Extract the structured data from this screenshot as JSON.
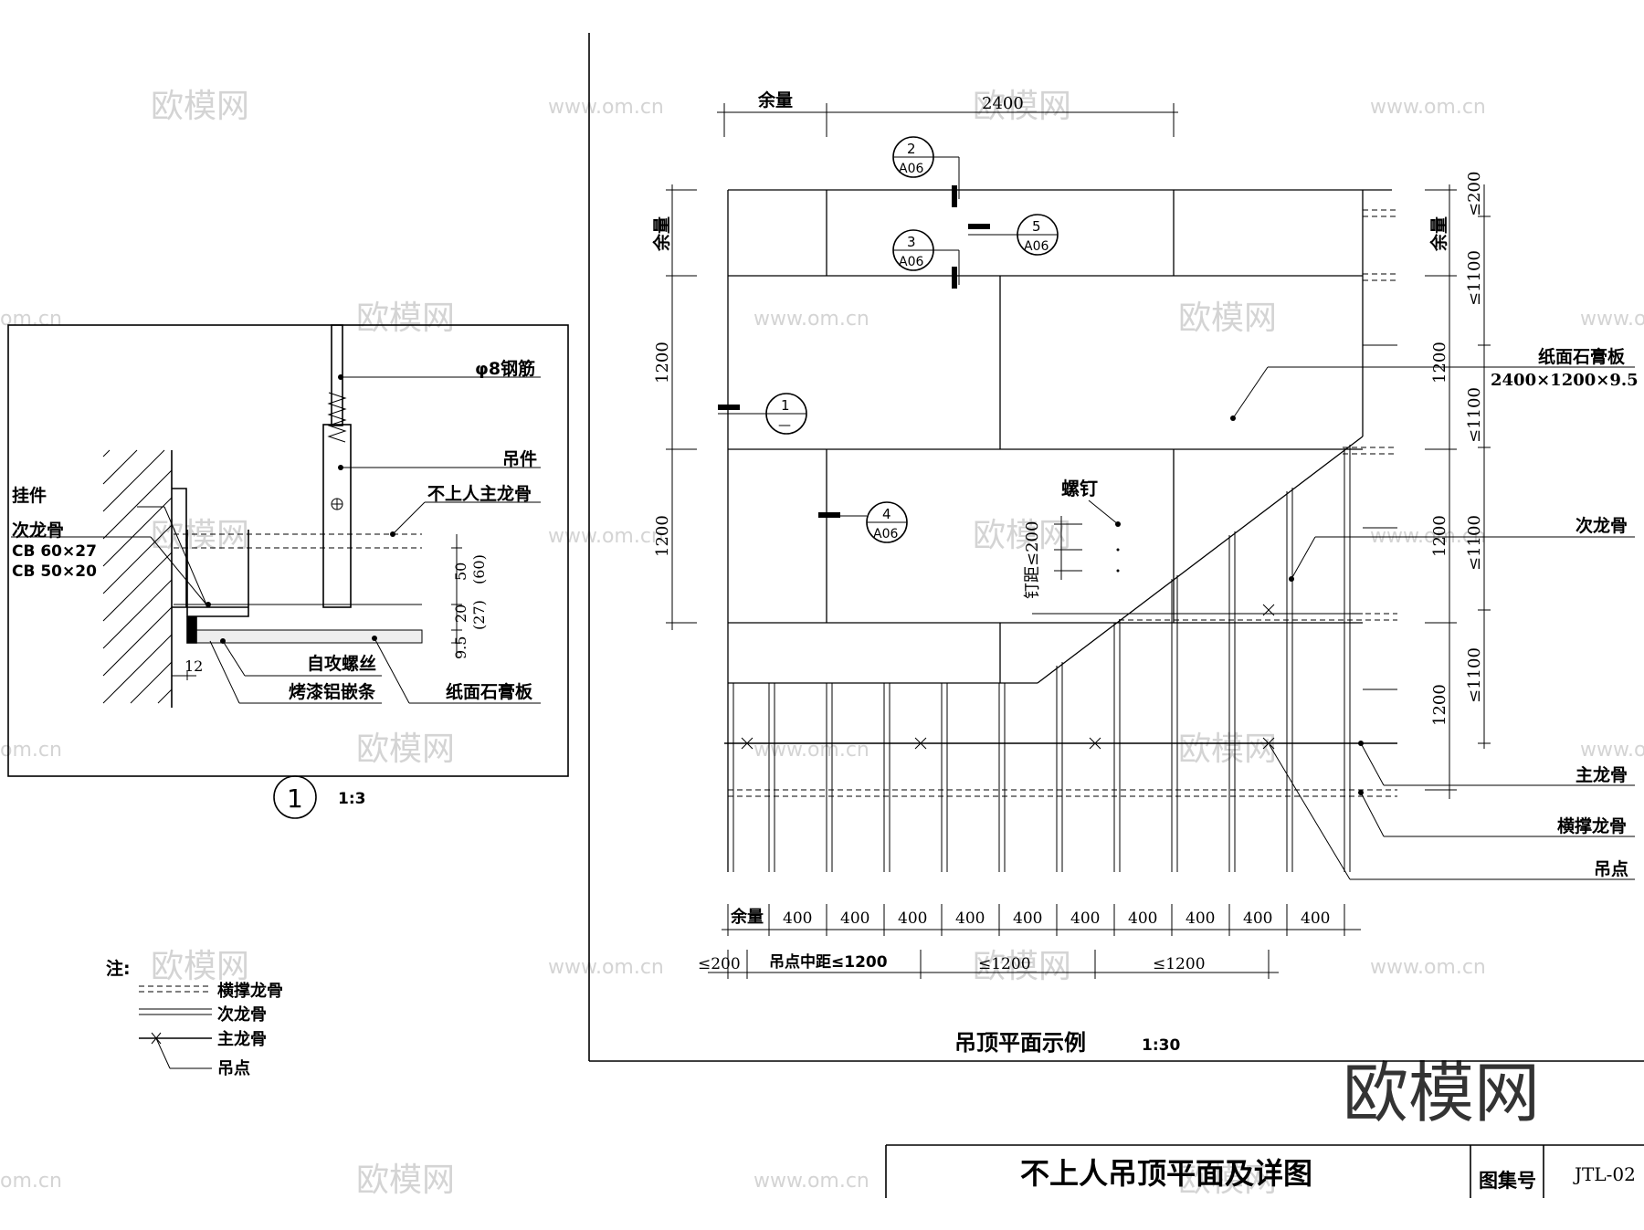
{
  "title_block": {
    "title": "不上人吊顶平面及详图",
    "atlas_label": "图集号",
    "atlas_number": "JTL-02"
  },
  "detail": {
    "labels": {
      "rebar": "φ8钢筋",
      "hanger": "吊件",
      "main_keel": "不上人主龙骨",
      "pendant": "挂件",
      "sub_keel": "次龙骨",
      "spec1": "CB 60×27",
      "spec2": "CB 50×20",
      "screw": "自攻螺丝",
      "trim": "烤漆铝嵌条",
      "board": "纸面石膏板"
    },
    "dims": {
      "d50": "50",
      "d60": "(60)",
      "d20": "20",
      "d27": "(27)",
      "d95": "9.5",
      "d12": "12"
    },
    "caption_number": "1",
    "scale": "1:3"
  },
  "legend": {
    "title": "注:",
    "items": [
      "横撑龙骨",
      "次龙骨",
      "主龙骨",
      "吊点"
    ]
  },
  "plan": {
    "top_dims": [
      "余量",
      "2400"
    ],
    "left_dims": [
      "余量",
      "1200",
      "1200"
    ],
    "right_dims": [
      "≤200",
      "余量",
      "≤1100",
      "1200",
      "≤1100",
      "1200",
      "≤1100",
      "≤1100",
      "1200"
    ],
    "bottom_dims1": [
      "余量",
      "400",
      "400",
      "400",
      "400",
      "400",
      "400",
      "400",
      "400",
      "400",
      "400"
    ],
    "bottom_dims2": [
      "≤200",
      "吊点中距≤1200",
      "≤1200",
      "≤1200"
    ],
    "labels": {
      "board": "纸面石膏板",
      "board_spec": "2400×1200×9.5",
      "sub_keel": "次龙骨",
      "main_keel": "主龙骨",
      "cross_keel": "横撑龙骨",
      "hang_point": "吊点",
      "screw": "螺钉",
      "screw_spacing": "钉距≤200"
    },
    "callouts": [
      {
        "num": "2",
        "ref": "A06"
      },
      {
        "num": "5",
        "ref": "A06"
      },
      {
        "num": "3",
        "ref": "A06"
      },
      {
        "num": "1",
        "ref": "—"
      },
      {
        "num": "4",
        "ref": "A06"
      }
    ],
    "caption": "吊顶平面示例",
    "scale": "1:30"
  },
  "watermarks": {
    "brand": "欧模网",
    "site": "www.om.cn",
    "site_short": "om.cn"
  }
}
